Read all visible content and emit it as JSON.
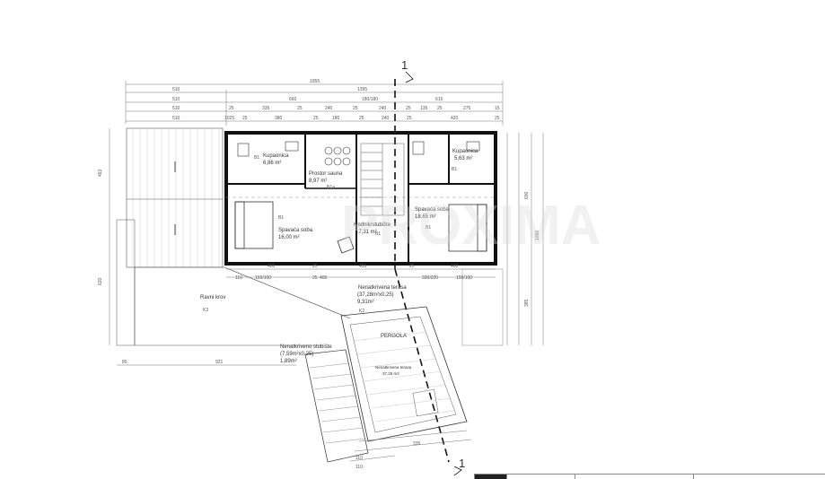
{
  "section_marker": "1",
  "top_dimensions": {
    "row1": [
      "1955"
    ],
    "row2": [
      "510",
      "1395"
    ],
    "row3": [
      "510",
      "660",
      "180/180",
      "615"
    ],
    "row4": [
      "510",
      "25",
      "335",
      "25",
      "240",
      "25",
      "240",
      "25",
      "135",
      "25",
      "275",
      "15"
    ],
    "row5": [
      "510",
      "1025",
      "25",
      "380",
      "25",
      "180",
      "25",
      "240",
      "25",
      "420",
      "25"
    ]
  },
  "rooms": {
    "kupaonica_left": {
      "name": "Kupaonica",
      "area": "6,86 m²",
      "tag": "B1"
    },
    "prostor_sauna": {
      "name": "Prostor sauna",
      "area": "8,97 m²",
      "tag": "B1a"
    },
    "spavaca_left": {
      "name": "Spavaća soba",
      "area": "16,00 m²",
      "tag": "B1"
    },
    "hodnik": {
      "name": "Hodnik/stubište",
      "area": "17,31 m²",
      "tag": "B1"
    },
    "kupaonica_right": {
      "name": "Kupaonica",
      "area": "5,63 m²",
      "tag": "B1"
    },
    "spavaca_right": {
      "name": "Spavaća soba",
      "area": "18,65 m²",
      "tag": "B1"
    },
    "ravni_krov": {
      "name": "Ravni krov",
      "tag": "K3"
    },
    "nenatkrivena_terasa": {
      "name": "Nenatkrivena terasa",
      "formula": "(37,28m²x0,25)",
      "area": "9,31m²",
      "tag": "K2"
    },
    "nenatkrivena_terasa_inner": {
      "name": "Nenatkrivena terasa",
      "area": "37,28 m2"
    },
    "pergola": {
      "name": "PERGOLA"
    },
    "stubiste": {
      "name": "Nenatkriveno stubište",
      "formula": "(7,59m²x0,25)",
      "area": "1,89m²"
    }
  },
  "lower_dimensions": [
    "400",
    "25",
    "455",
    "25",
    "400"
  ],
  "lower_dimensions_2": [
    "110",
    "150/100",
    "25",
    "400",
    "330/220",
    "150/100"
  ],
  "left_dimensions": [
    "463",
    "620"
  ],
  "right_dimensions": [
    "1050",
    "600",
    "385"
  ],
  "bottom_left_dimensions": [
    "85",
    "921"
  ],
  "bottom_dimensions": [
    "335",
    "110",
    "110"
  ],
  "watermark": "PROXIMA",
  "title_block": [
    "",
    "",
    "",
    ""
  ]
}
